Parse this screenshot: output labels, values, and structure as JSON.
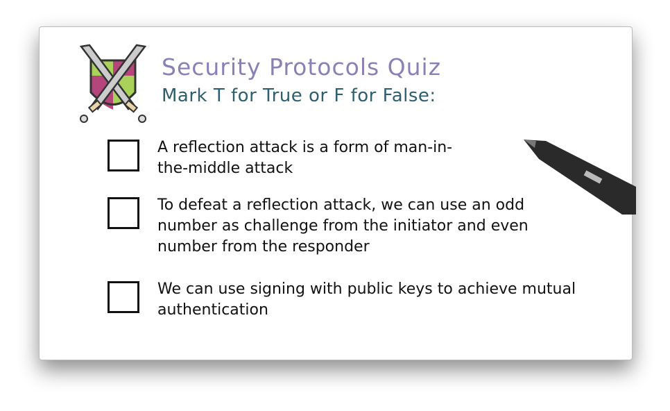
{
  "quiz": {
    "title": "Security Protocols Quiz",
    "instruction": "Mark T for True or F for False:",
    "questions": [
      {
        "text": "A reflection attack is a form of man-in-the-middle attack",
        "answer": ""
      },
      {
        "text": "To defeat a reflection attack, we can use an odd number as challenge from the initiator and even number from the responder",
        "answer": ""
      },
      {
        "text": "We can use signing with public keys to achieve mutual authentication",
        "answer": ""
      }
    ]
  },
  "colors": {
    "title": "#8b7fb6",
    "subtitle": "#2f5f6e"
  },
  "icons": {
    "logo": "crossed-swords-shield-icon",
    "pen": "stylus-pen-icon"
  }
}
